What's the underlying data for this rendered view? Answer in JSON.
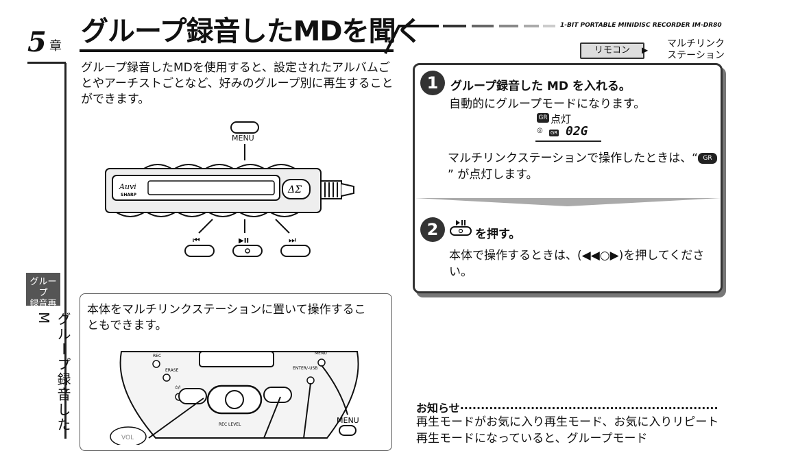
{
  "chapter": {
    "number": "5",
    "suffix": "章"
  },
  "side_tab": {
    "line1": "グループ",
    "line2": "録音再生"
  },
  "side_vertical": "グループ録音したM",
  "page_title": "グループ録音したMDを聞く",
  "model_name": "1-BIT PORTABLE MINIDISC RECORDER IM-DR80",
  "badges": {
    "remote": "リモコン",
    "station_line1": "マルチリンク",
    "station_line2": "ステーション"
  },
  "intro": "グループ録音したMDを使用すると、設定されたアルバムごとやアーチストごとなど、好みのグループ別に再生することができます。",
  "remote_diagram": {
    "menu_label": "MENU",
    "logo_text": "Auvi",
    "brand": "SHARP",
    "delta_sigma": "ΔΣ",
    "prev_symbol": "⏮",
    "play_symbol": "▶II",
    "next_symbol": "⏭"
  },
  "steps": [
    {
      "number": "1",
      "title": "グループ録音した MD を入れる。",
      "desc": "自動的にグループモードになります。",
      "lcd_indicator": "GR",
      "lcd_label": "点灯",
      "lcd_display": "02G",
      "note_before": "マルチリンクステーションで操作したときは、“",
      "note_icon": "GR",
      "note_after": "” が点灯します。"
    },
    {
      "number": "2",
      "title": "を押す。",
      "desc": "本体で操作するときは、(◀◀○▶)を押してください。"
    }
  ],
  "station_box": {
    "text": "本体をマルチリンクステーションに置いて操作することもできます。",
    "labels": {
      "rec": "REC",
      "erase": "ERASE",
      "power": "⏻/I",
      "menu": "MENU",
      "enter": "ENTER/-USB",
      "rec_level": "REC LEVEL",
      "vol": "VOL",
      "menu_big": "MENU"
    }
  },
  "notice": {
    "title": "お知らせ",
    "text": "再生モードがお気に入り再生モード、お気に入りリピート再生モードになっていると、グループモード"
  }
}
